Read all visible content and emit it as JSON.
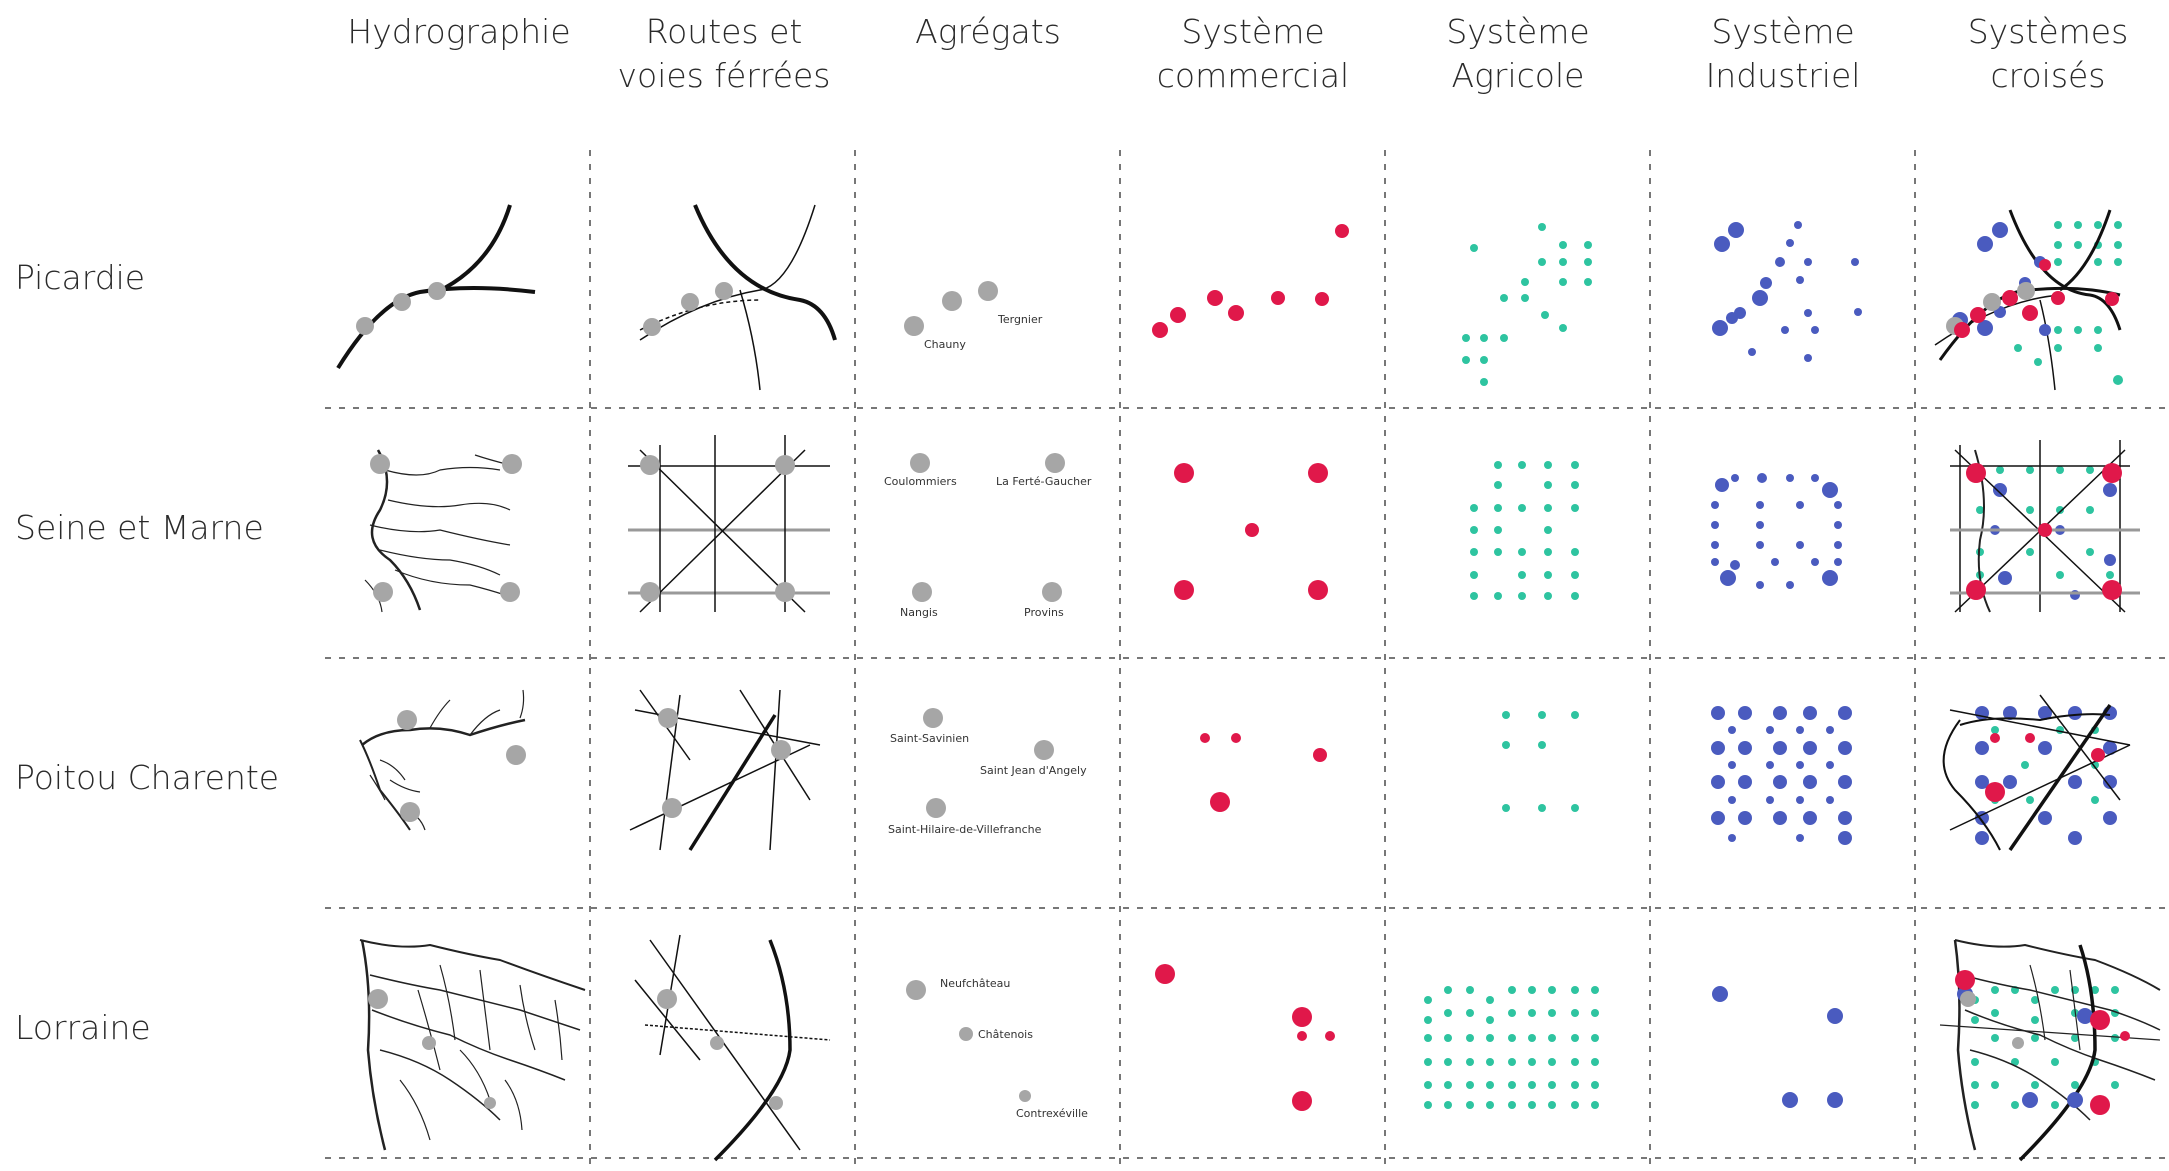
{
  "columns": [
    {
      "line1": "Hydrographie",
      "line2": ""
    },
    {
      "line1": "Routes et",
      "line2": "voies férrées"
    },
    {
      "line1": "Agrégats",
      "line2": ""
    },
    {
      "line1": "Système",
      "line2": "commercial"
    },
    {
      "line1": "Système",
      "line2": "Agricole"
    },
    {
      "line1": "Système",
      "line2": "Industriel"
    },
    {
      "line1": "Systèmes",
      "line2": "croisés"
    }
  ],
  "rows": [
    {
      "label": "Picardie"
    },
    {
      "label": "Seine et Marne"
    },
    {
      "label": "Poitou Charente"
    },
    {
      "label": "Lorraine"
    }
  ],
  "aggregates": {
    "picardie": [
      "Tergnier",
      "Chauny"
    ],
    "seine_et_marne": [
      "Coulommiers",
      "La Ferté-Gaucher",
      "Nangis",
      "Provins"
    ],
    "poitou_charente": [
      "Saint-Savinien",
      "Saint Jean d'Angely",
      "Saint-Hilaire-de-Villefranche"
    ],
    "lorraine": [
      "Neufchâteau",
      "Châtenois",
      "Contrexéville"
    ]
  },
  "colors": {
    "commercial": "#e0184a",
    "agricole": "#2ec4a0",
    "industriel": "#4a5bbf",
    "aggregate": "#a6a6a6",
    "line": "#111111"
  }
}
